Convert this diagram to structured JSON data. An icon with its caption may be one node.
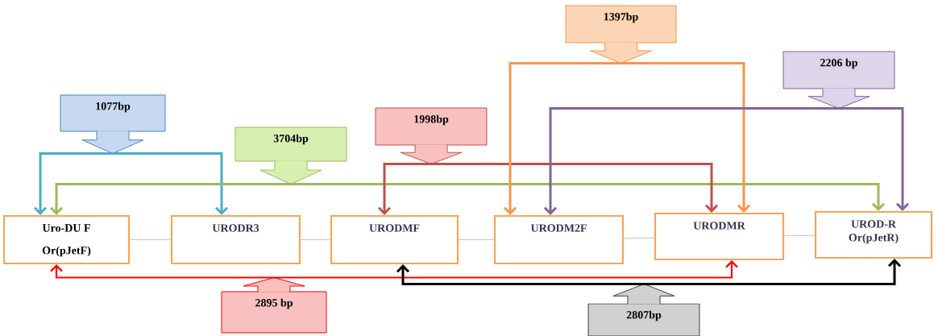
{
  "diagram": {
    "nodes": [
      {
        "text": [
          "Uro-DU F",
          "Or(pJetF)"
        ]
      },
      {
        "text": [
          "URODR3"
        ]
      },
      {
        "text": [
          "URODMF"
        ]
      },
      {
        "text": [
          "URODM2F"
        ]
      },
      {
        "text": [
          "URODMR"
        ]
      },
      {
        "text": [
          "UROD-R",
          "Or(pJetR)"
        ]
      },
      {
        "text": [
          "1077bp"
        ]
      },
      {
        "text": [
          "3704bp"
        ]
      },
      {
        "text": [
          "1998bp"
        ]
      },
      {
        "text": [
          "1397bp"
        ]
      },
      {
        "text": [
          "2206 bp"
        ]
      },
      {
        "text": [
          "2895 bp"
        ]
      },
      {
        "text": [
          "2807bp"
        ]
      }
    ],
    "edges": [
      {
        "from": 6,
        "to": 0,
        "arrow": "to",
        "color": "#4bacc6"
      },
      {
        "from": 6,
        "to": 1,
        "arrow": "to",
        "color": "#4bacc6"
      },
      {
        "from": 7,
        "to": 0,
        "arrow": "to",
        "color": "#9bbb59"
      },
      {
        "from": 7,
        "to": 5,
        "arrow": "to",
        "color": "#9bbb59"
      },
      {
        "from": 8,
        "to": 2,
        "arrow": "to",
        "color": "#c0504d"
      },
      {
        "from": 8,
        "to": 4,
        "arrow": "to",
        "color": "#c0504d"
      },
      {
        "from": 9,
        "to": 3,
        "arrow": "to",
        "color": "#f79646"
      },
      {
        "from": 9,
        "to": 4,
        "arrow": "to",
        "color": "#f79646"
      },
      {
        "from": 10,
        "to": 3,
        "arrow": "to",
        "color": "#8064a2"
      },
      {
        "from": 10,
        "to": 5,
        "arrow": "to",
        "color": "#8064a2"
      },
      {
        "from": 11,
        "to": 0,
        "arrow": "to",
        "color": "#ff0000"
      },
      {
        "from": 11,
        "to": 4,
        "arrow": "to",
        "color": "#ff0000"
      },
      {
        "from": 12,
        "to": 2,
        "arrow": "to",
        "color": "#000000"
      },
      {
        "from": 12,
        "to": 5,
        "arrow": "to",
        "color": "#000000"
      },
      {
        "from": 0,
        "to": 1,
        "arrow": "none",
        "color": "#d99694"
      },
      {
        "from": 1,
        "to": 2,
        "arrow": "none",
        "color": "#d99694"
      },
      {
        "from": 2,
        "to": 3,
        "arrow": "none",
        "color": "#d99694"
      },
      {
        "from": 3,
        "to": 4,
        "arrow": "none",
        "color": "#d99694"
      },
      {
        "from": 4,
        "to": 5,
        "arrow": "none",
        "color": "#d99694"
      }
    ]
  }
}
